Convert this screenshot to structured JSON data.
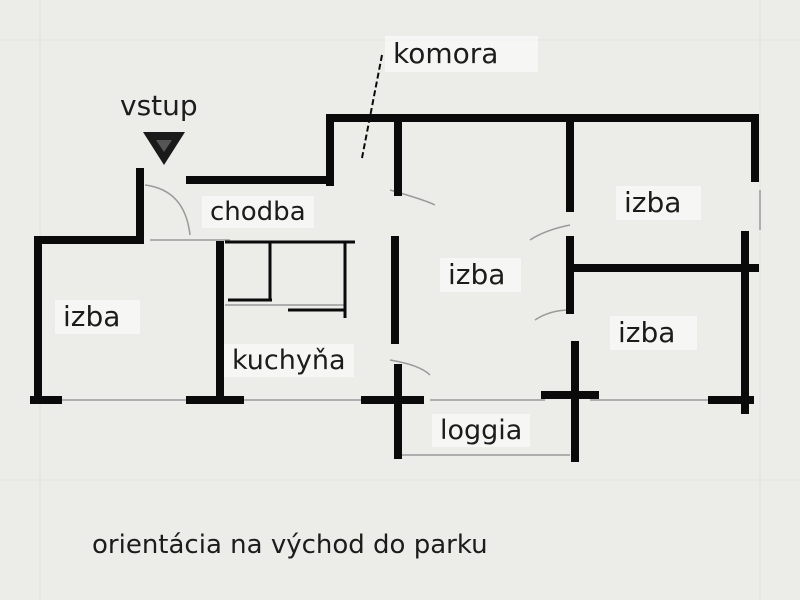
{
  "labels": {
    "komora": "komora",
    "vstup": "vstup",
    "chodba": "chodba",
    "izba_left": "izba",
    "izba_center": "izba",
    "izba_top_right": "izba",
    "izba_bottom_right": "izba",
    "kuchyna": "kuchyňa",
    "loggia": "loggia"
  },
  "caption": "orientácia na východ do parku",
  "colors": {
    "background": "#ecece8",
    "wall": "#0a0a0a",
    "thin_line": "#9a9a9a",
    "text": "#1c1c1c"
  }
}
